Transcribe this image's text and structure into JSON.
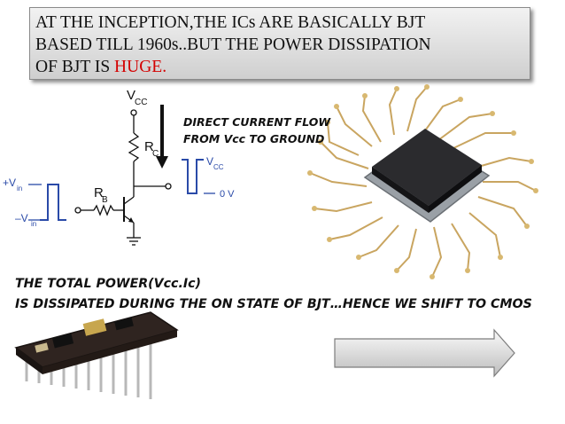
{
  "title": {
    "line1": "AT THE INCEPTION,THE ICs ARE BASICALLY BJT",
    "line2": "BASED TILL 1960s..BUT THE POWER DISSIPATION",
    "line3_prefix": "OF BJT IS ",
    "line3_highlight": "HUGE."
  },
  "flow_note": {
    "line1": "DIRECT CURRENT FLOW",
    "line2": "FROM Vcc TO GROUND"
  },
  "circuit": {
    "vcc_top": "V",
    "vcc_top_sub": "CC",
    "rc": "R",
    "rc_sub": "C",
    "rb": "R",
    "rb_sub": "B",
    "vin_pos": "+V",
    "vin_pos_sub": "in",
    "vin_neg": "–V",
    "vin_neg_sub": "in",
    "out_vcc": "V",
    "out_vcc_sub": "CC",
    "out_zero": "0 V"
  },
  "conclusion": {
    "line1": "THE TOTAL POWER(Vcc.Ic)",
    "line2": "IS DISSIPATED DURING THE ON STATE OF BJT…HENCE WE SHIFT TO CMOS"
  },
  "colors": {
    "highlight": "#d40000",
    "waveform_blue": "#2a4aa8",
    "chip_gold": "#c9a560"
  }
}
